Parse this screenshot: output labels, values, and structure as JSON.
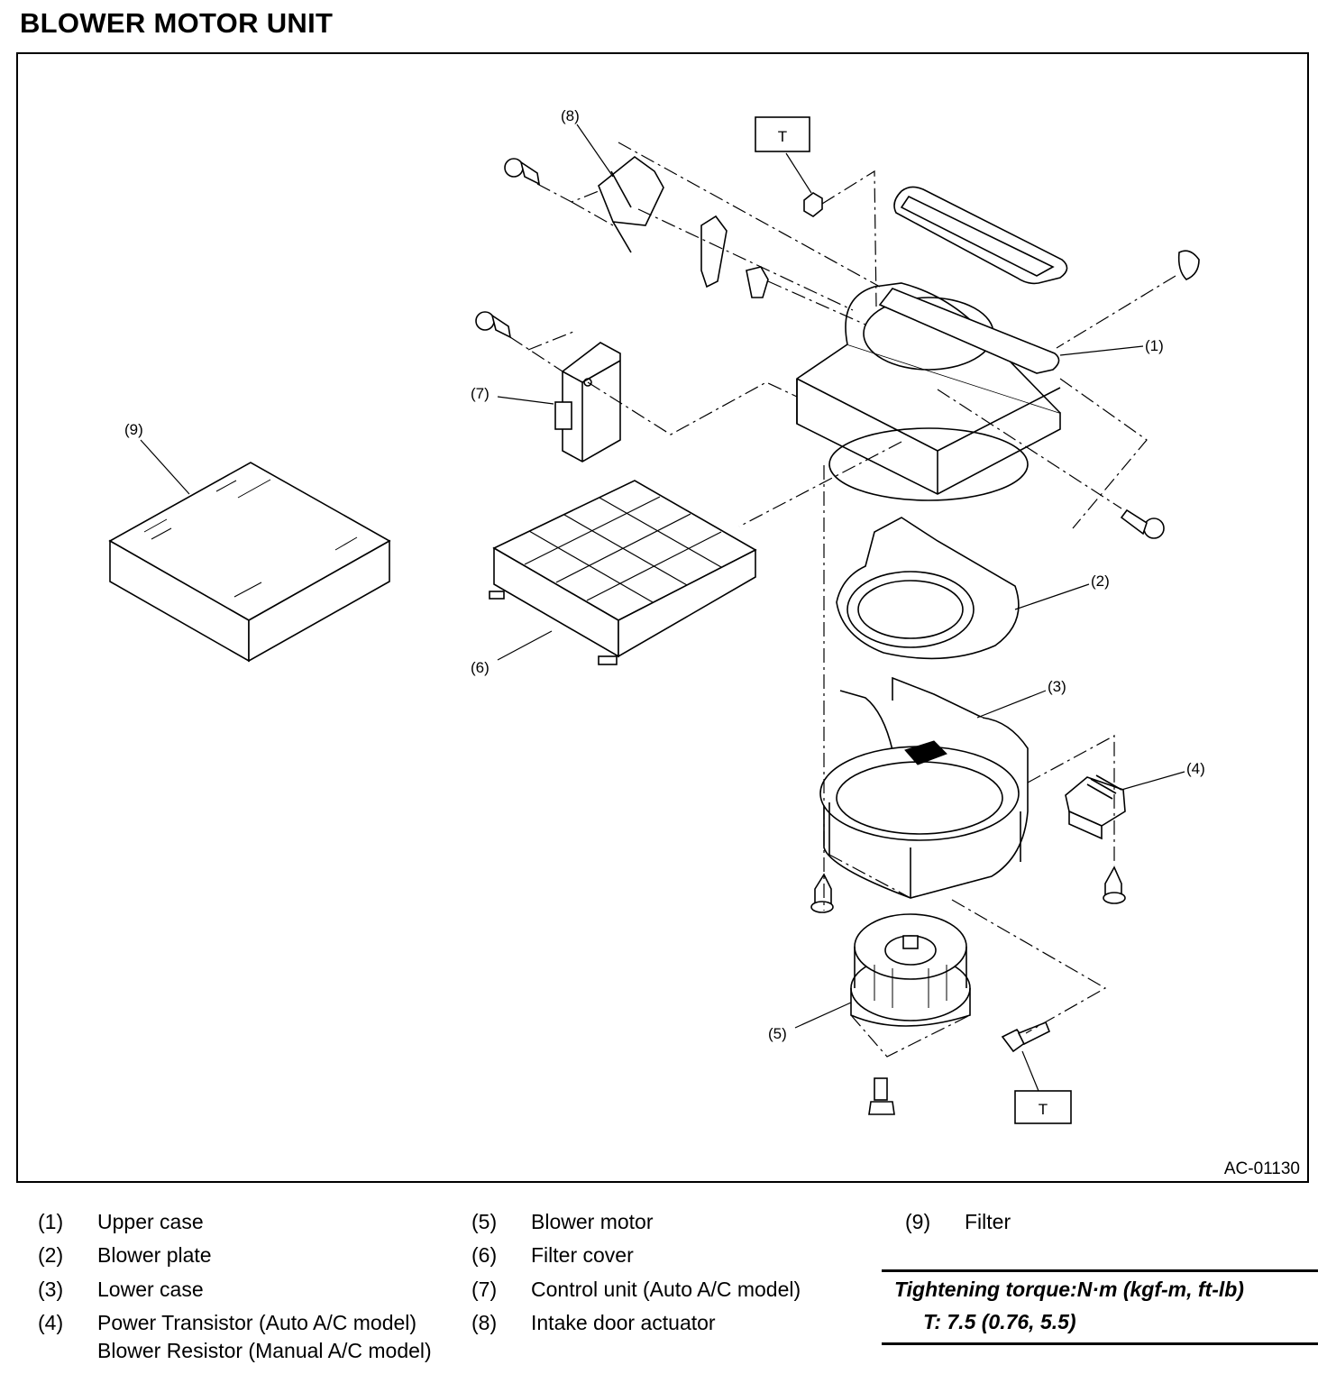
{
  "title": "BLOWER MOTOR UNIT",
  "figure_id": "AC-01130",
  "torque_marker": "T",
  "callouts": [
    "(1)",
    "(2)",
    "(3)",
    "(4)",
    "(5)",
    "(6)",
    "(7)",
    "(8)",
    "(9)"
  ],
  "legend": [
    {
      "num": "(1)",
      "text": "Upper case"
    },
    {
      "num": "(2)",
      "text": "Blower plate"
    },
    {
      "num": "(3)",
      "text": "Lower case"
    },
    {
      "num": "(4)",
      "text": "Power Transistor (Auto A/C model)",
      "text2": "Blower Resistor (Manual A/C model)"
    },
    {
      "num": "(5)",
      "text": "Blower motor"
    },
    {
      "num": "(6)",
      "text": "Filter cover"
    },
    {
      "num": "(7)",
      "text": "Control unit (Auto A/C model)"
    },
    {
      "num": "(8)",
      "text": "Intake door actuator"
    },
    {
      "num": "(9)",
      "text": "Filter"
    }
  ],
  "torque": {
    "heading": "Tightening torque:N·m (kgf-m, ft-lb)",
    "value": "T:   7.5 (0.76, 5.5)"
  }
}
